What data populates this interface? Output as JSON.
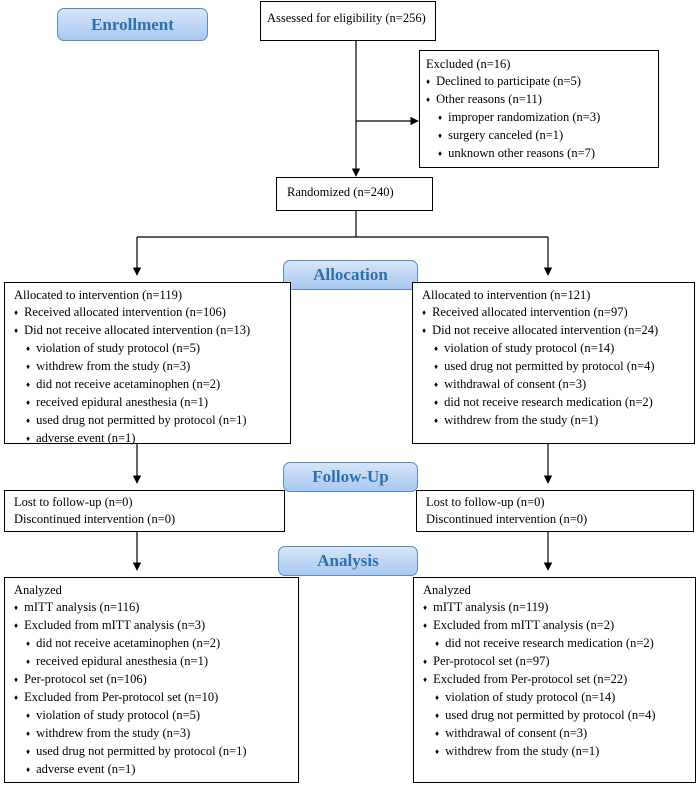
{
  "stages": {
    "enrollment": "Enrollment",
    "allocation": "Allocation",
    "followup": "Follow-Up",
    "analysis": "Analysis"
  },
  "assessed": "Assessed for eligibility (n=256)",
  "excluded": {
    "title": "Excluded (n=16)",
    "items": [
      "Declined to participate (n=5)",
      "Other reasons (n=11)",
      "improper randomization (n=3)",
      "surgery canceled (n=1)",
      "unknown other reasons (n=7)"
    ]
  },
  "randomized": "Randomized (n=240)",
  "allocation_left": {
    "title": "Allocated to intervention (n=119)",
    "items": [
      "Received allocated intervention (n=106)",
      "Did not receive allocated intervention (n=13)",
      "violation of study protocol (n=5)",
      "withdrew from the study (n=3)",
      "did not receive acetaminophen (n=2)",
      "received epidural anesthesia (n=1)",
      "used drug not permitted by protocol (n=1)",
      "adverse event (n=1)"
    ]
  },
  "allocation_right": {
    "title": "Allocated to intervention (n=121)",
    "items": [
      "Received allocated intervention (n=97)",
      "Did not receive allocated intervention (n=24)",
      "violation of study protocol (n=14)",
      "used drug not permitted by protocol (n=4)",
      "withdrawal of consent (n=3)",
      "did not receive research medication (n=2)",
      "withdrew from the study (n=1)"
    ]
  },
  "followup_left": {
    "lost": "Lost to follow-up (n=0)",
    "discontinued": "Discontinued intervention (n=0)"
  },
  "followup_right": {
    "lost": "Lost to follow-up (n=0)",
    "discontinued": "Discontinued intervention (n=0)"
  },
  "analysis_left": {
    "title": "Analyzed",
    "items": [
      "mITT analysis (n=116)",
      "Excluded from mITT analysis (n=3)",
      "did not receive acetaminophen (n=2)",
      "received epidural anesthesia (n=1)",
      "Per-protocol set (n=106)",
      "Excluded from Per-protocol set (n=10)",
      "violation of study protocol (n=5)",
      "withdrew from the study (n=3)",
      "used drug not permitted by protocol (n=1)",
      "adverse event (n=1)"
    ]
  },
  "analysis_right": {
    "title": "Analyzed",
    "items": [
      "mITT analysis (n=119)",
      "Excluded from mITT analysis (n=2)",
      "did not receive research medication (n=2)",
      "Per-protocol set (n=97)",
      "Excluded from Per-protocol set (n=22)",
      "violation of study protocol (n=14)",
      "used drug not permitted by protocol (n=4)",
      "withdrawal of consent (n=3)",
      "withdrew from the study (n=1)"
    ]
  }
}
